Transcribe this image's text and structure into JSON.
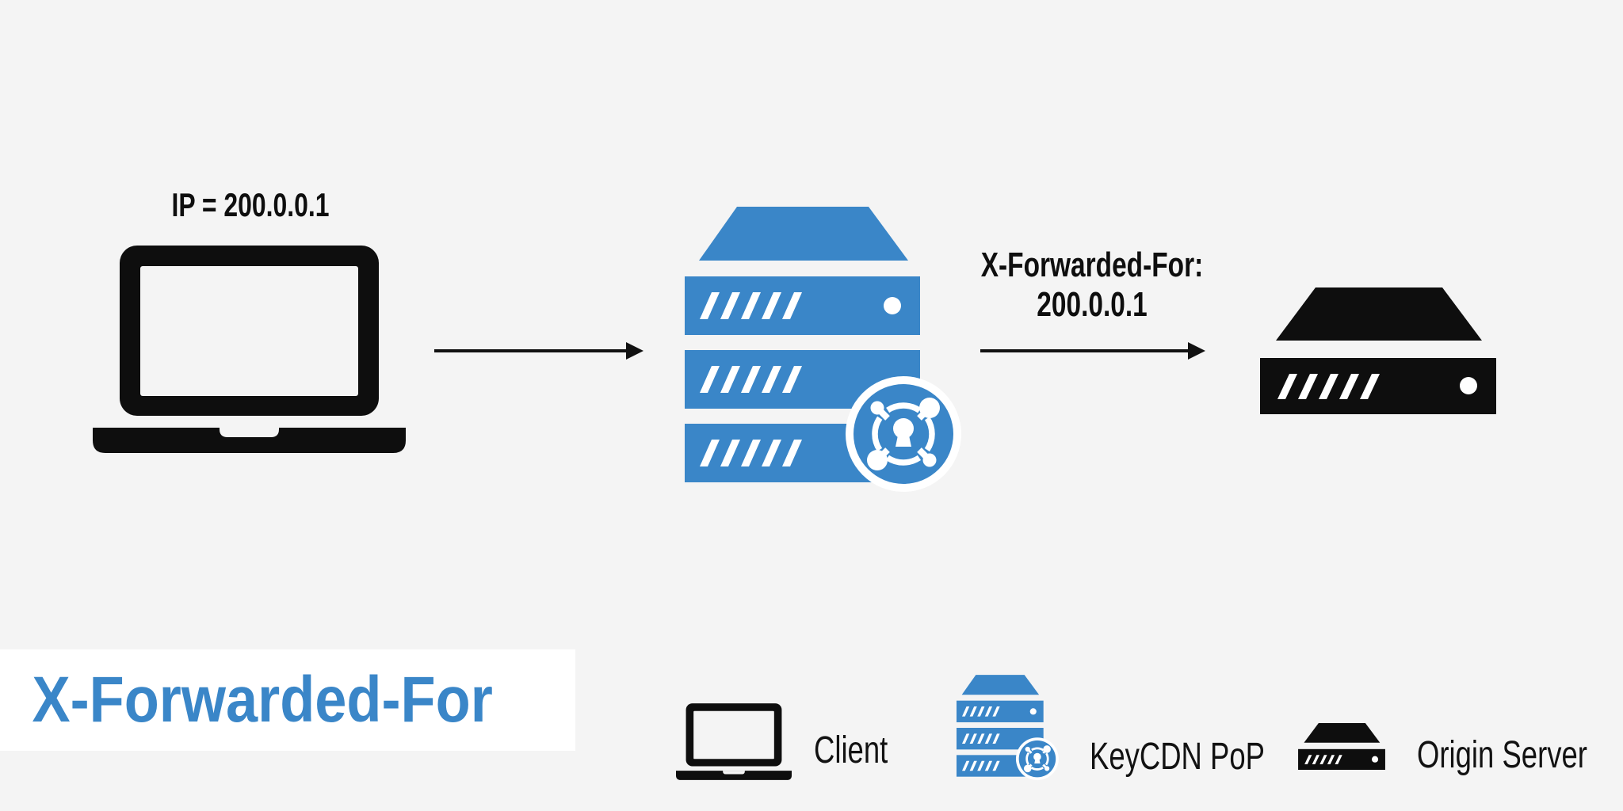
{
  "title": "X-Forwarded-For",
  "annotations": {
    "client_ip": "IP = 200.0.0.1",
    "xff_header_line1": "X-Forwarded-For:",
    "xff_header_line2": "200.0.0.1"
  },
  "legend": {
    "items": [
      {
        "icon": "laptop-icon",
        "label": "Client"
      },
      {
        "icon": "cdn-pop-server-icon",
        "label": "KeyCDN PoP"
      },
      {
        "icon": "origin-server-icon",
        "label": "Origin Server"
      }
    ]
  },
  "colors": {
    "background": "#f4f4f4",
    "accent_blue": "#3a86c8",
    "icon_black": "#0e0e0e",
    "title_background": "#ffffff",
    "title_text": "#3a86c8"
  }
}
